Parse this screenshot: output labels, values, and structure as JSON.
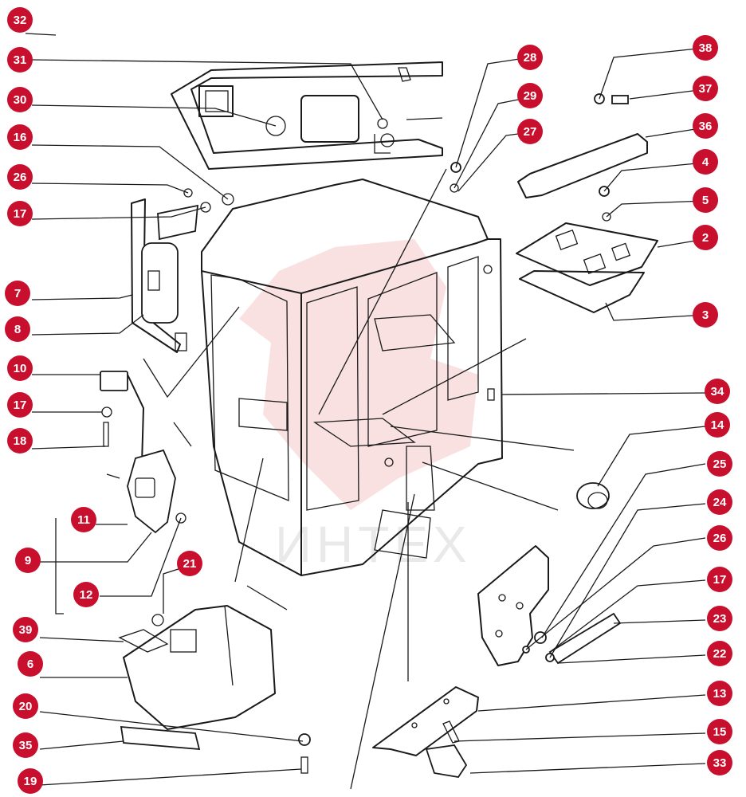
{
  "watermark": {
    "text": "ИНТЕХ",
    "color": "#f4c9c9"
  },
  "colors": {
    "callout": "#c8102e",
    "line": "#1a1a1a"
  },
  "callouts": [
    {
      "label": "32"
    },
    {
      "label": "31"
    },
    {
      "label": "30"
    },
    {
      "label": "16"
    },
    {
      "label": "26"
    },
    {
      "label": "17"
    },
    {
      "label": "7"
    },
    {
      "label": "8"
    },
    {
      "label": "10"
    },
    {
      "label": "17"
    },
    {
      "label": "18"
    },
    {
      "label": "11"
    },
    {
      "label": "9"
    },
    {
      "label": "12"
    },
    {
      "label": "21"
    },
    {
      "label": "39"
    },
    {
      "label": "6"
    },
    {
      "label": "20"
    },
    {
      "label": "35"
    },
    {
      "label": "19"
    },
    {
      "label": "28"
    },
    {
      "label": "29"
    },
    {
      "label": "27"
    },
    {
      "label": "38"
    },
    {
      "label": "37"
    },
    {
      "label": "36"
    },
    {
      "label": "4"
    },
    {
      "label": "5"
    },
    {
      "label": "2"
    },
    {
      "label": "3"
    },
    {
      "label": "34"
    },
    {
      "label": "14"
    },
    {
      "label": "25"
    },
    {
      "label": "24"
    },
    {
      "label": "26"
    },
    {
      "label": "17"
    },
    {
      "label": "23"
    },
    {
      "label": "22"
    },
    {
      "label": "13"
    },
    {
      "label": "15"
    },
    {
      "label": "33"
    }
  ]
}
